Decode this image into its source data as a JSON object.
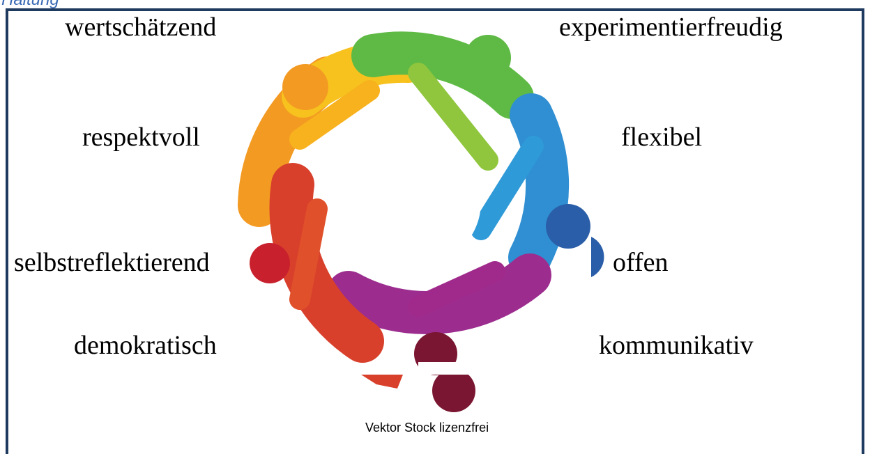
{
  "heading": "Haltung",
  "words": {
    "top_left": "wertschätzend",
    "top_right": "experimentierfreudig",
    "mid_left": "respektvoll",
    "mid_right": "flexibel",
    "lower_left": "selbstreflektierend",
    "lower_right": "offen",
    "bottom_left": "demokratisch",
    "bottom_right": "kommunikativ"
  },
  "image": {
    "caption": "Vektor  Stock lizenzfrei",
    "colors": {
      "orange": "#f39a22",
      "yellow": "#f7c21e",
      "green": "#5fba45",
      "blue": "#2f8fd2",
      "dark_blue": "#2a5ea8",
      "purple": "#9c2d8f",
      "red": "#d8402c",
      "maroon": "#7a1631"
    }
  }
}
